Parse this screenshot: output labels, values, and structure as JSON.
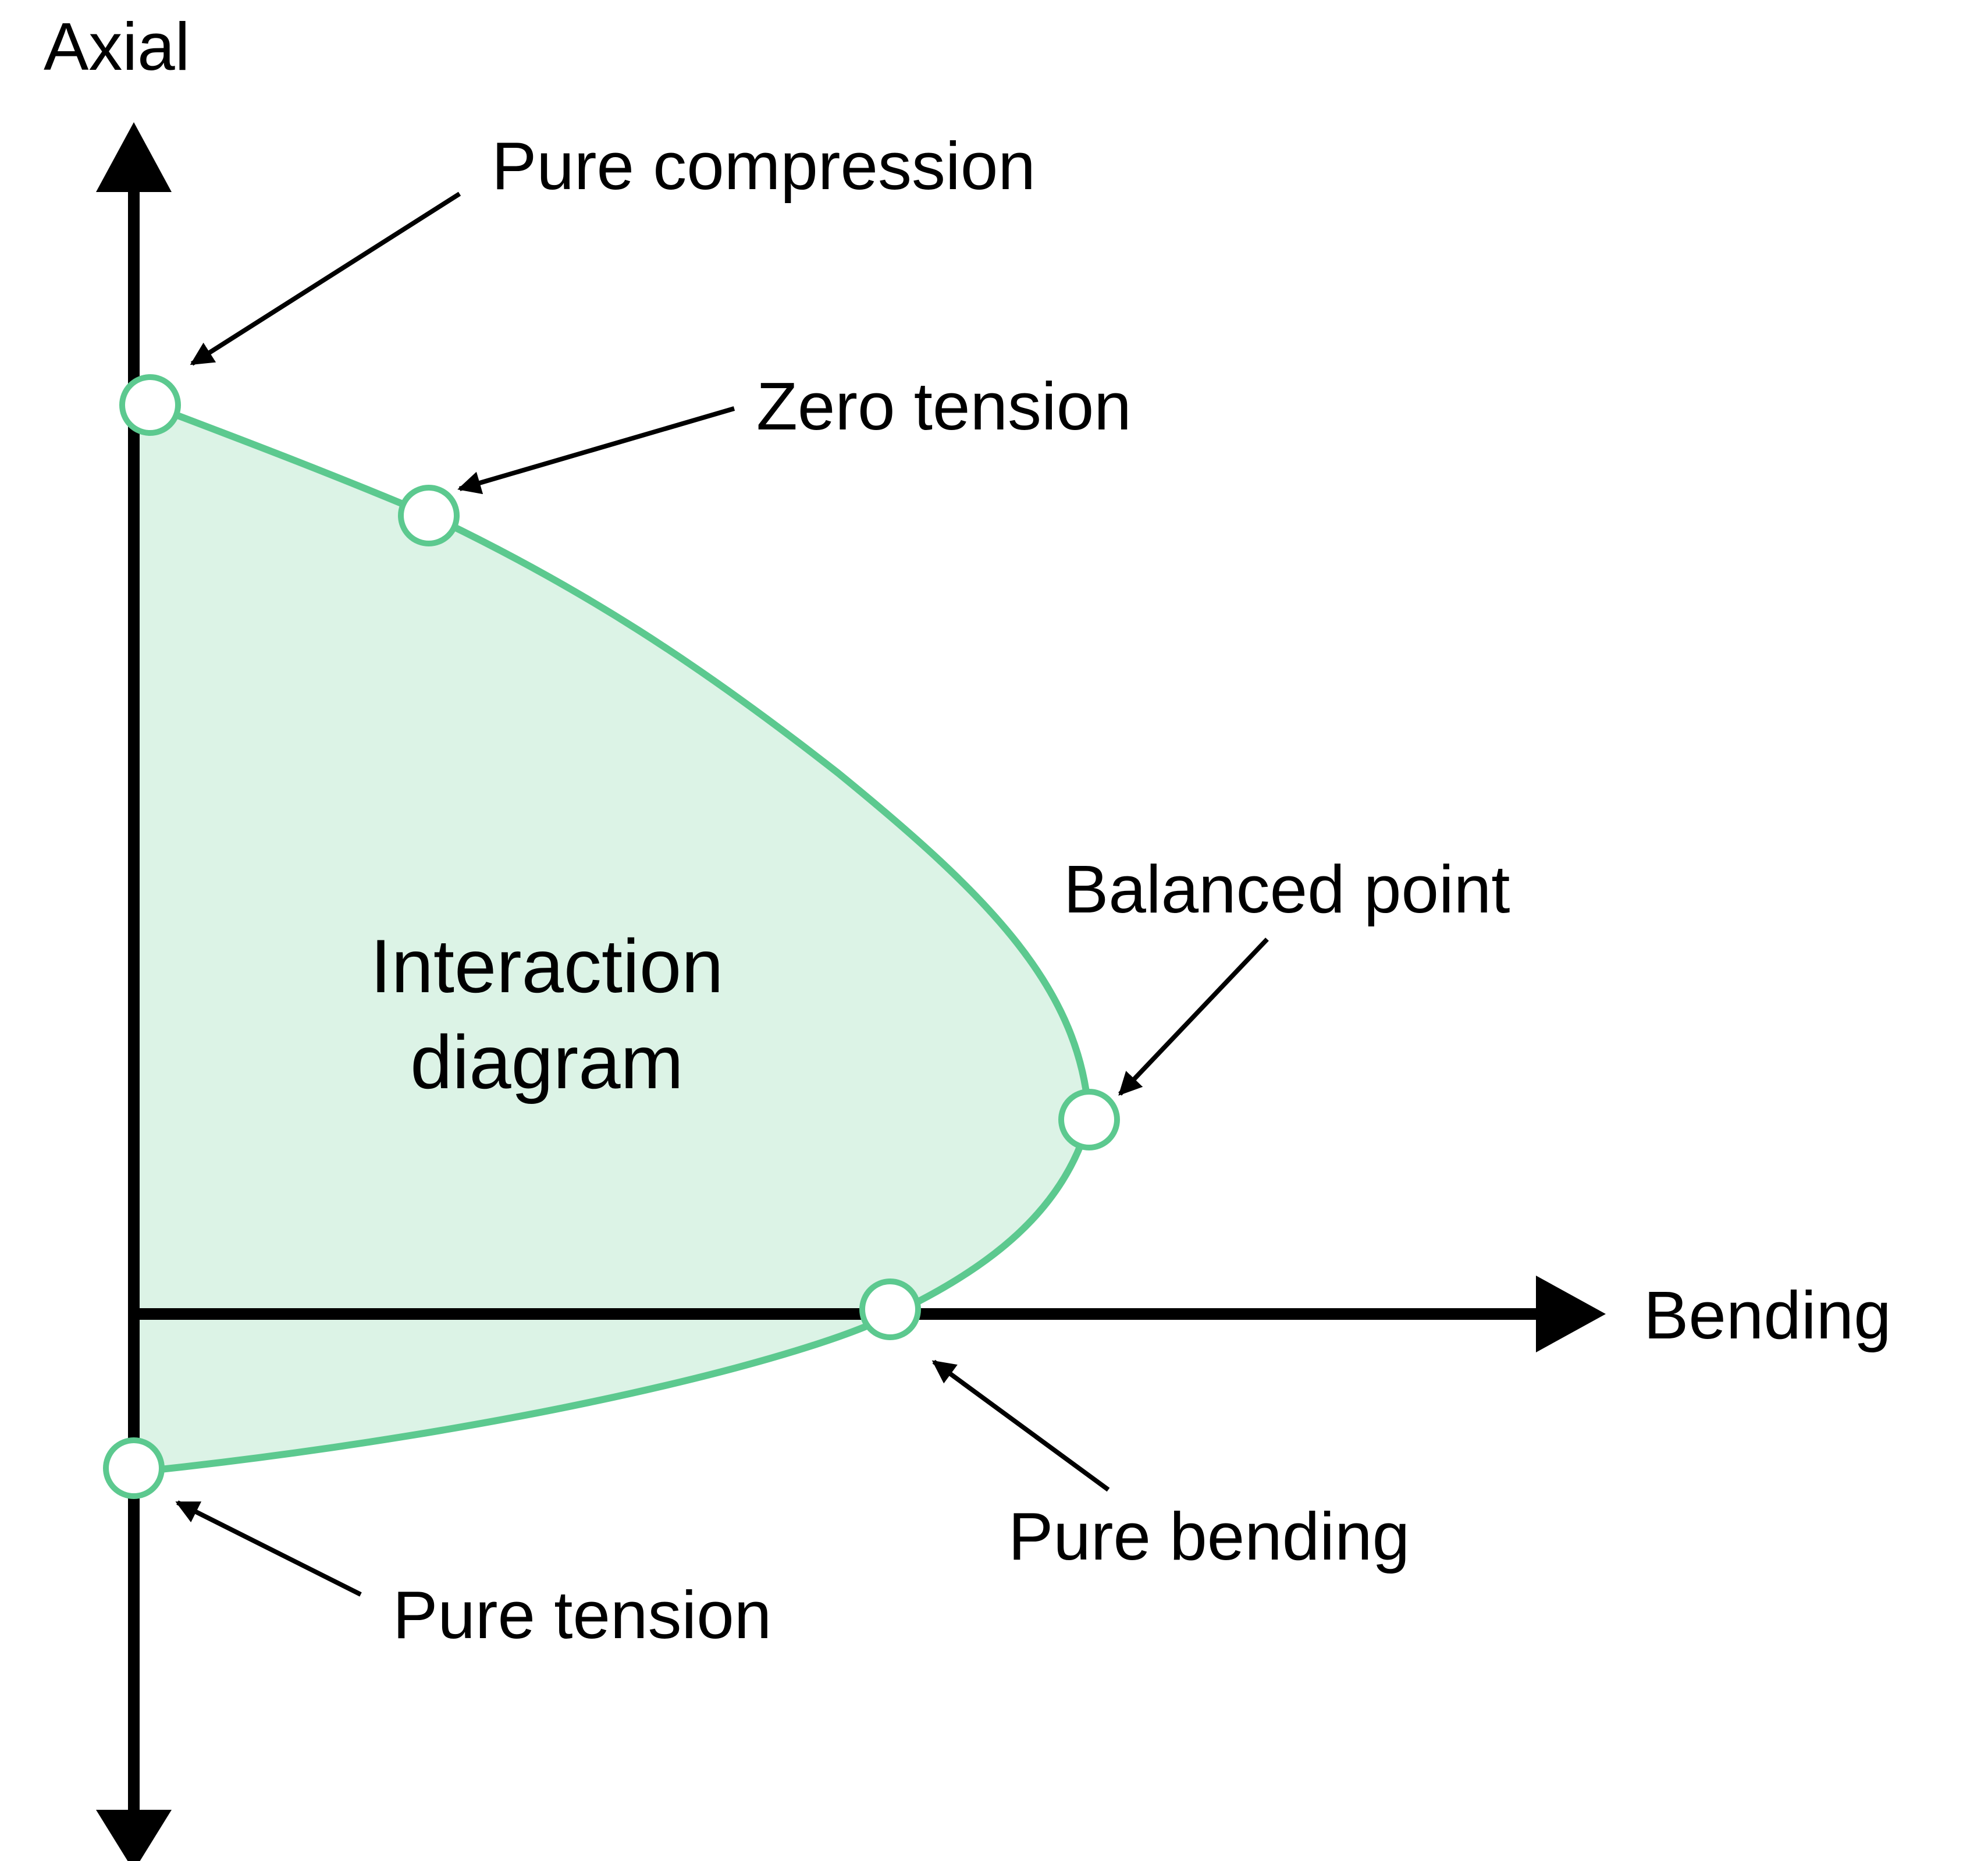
{
  "diagram": {
    "axes": {
      "y_label": "Axial",
      "x_label": "Bending"
    },
    "region_label": {
      "line1": "Interaction",
      "line2": "diagram"
    },
    "points": {
      "pure_compression": "Pure compression",
      "zero_tension": "Zero tension",
      "balanced_point": "Balanced point",
      "pure_bending": "Pure bending",
      "pure_tension": "Pure tension"
    },
    "colors": {
      "curve": "#5cc98f",
      "fill": "#dcf3e6",
      "axis": "#000000",
      "marker_fill": "#ffffff",
      "text": "#000000"
    }
  }
}
